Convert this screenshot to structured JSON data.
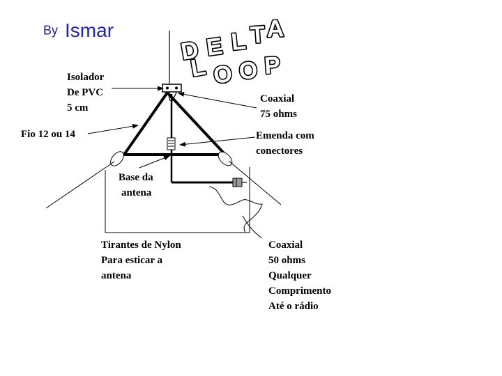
{
  "author": {
    "by": "By",
    "name": "Ismar",
    "by_color": "#1a1a99",
    "name_color": "#2222bb"
  },
  "title": {
    "word1": [
      "D",
      "E",
      "L",
      "T",
      "A"
    ],
    "word2": [
      "L",
      "O",
      "O",
      "P"
    ]
  },
  "labels": {
    "isolador": [
      "Isolador",
      "De PVC",
      "5 cm"
    ],
    "fio": "Fio 12 ou 14",
    "coaxial75": [
      "Coaxial",
      "75 ohms"
    ],
    "emenda": [
      "Emenda com",
      "conectores"
    ],
    "base": [
      "Base da",
      "antena"
    ],
    "tirantes": [
      "Tirantes de Nylon",
      "Para esticar a",
      "antena"
    ],
    "coaxial50": [
      "Coaxial",
      "50 ohms",
      "Qualquer",
      "Comprimento",
      "Até o rádio"
    ]
  },
  "colors": {
    "line": "#000000",
    "connector": "#9a9a9a"
  }
}
